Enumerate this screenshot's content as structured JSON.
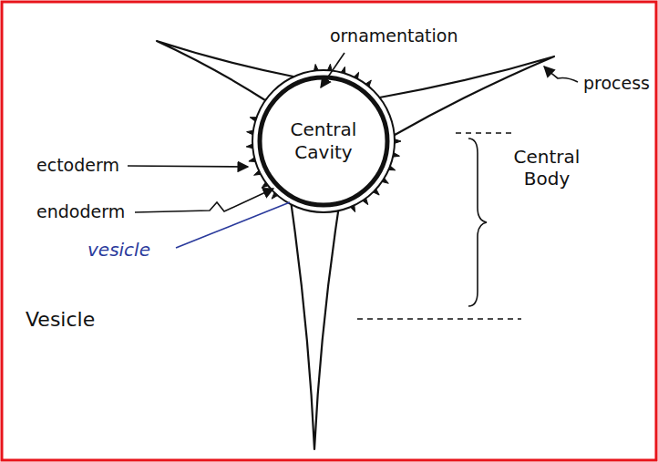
{
  "diagram": {
    "nodes": [
      {
        "text": [
          "Central Cavity"
        ]
      }
    ],
    "labels": [
      "ornamentation",
      "process",
      "ectoderm",
      "endoderm",
      "Central Body",
      "vesicle",
      "Vesicle"
    ]
  }
}
